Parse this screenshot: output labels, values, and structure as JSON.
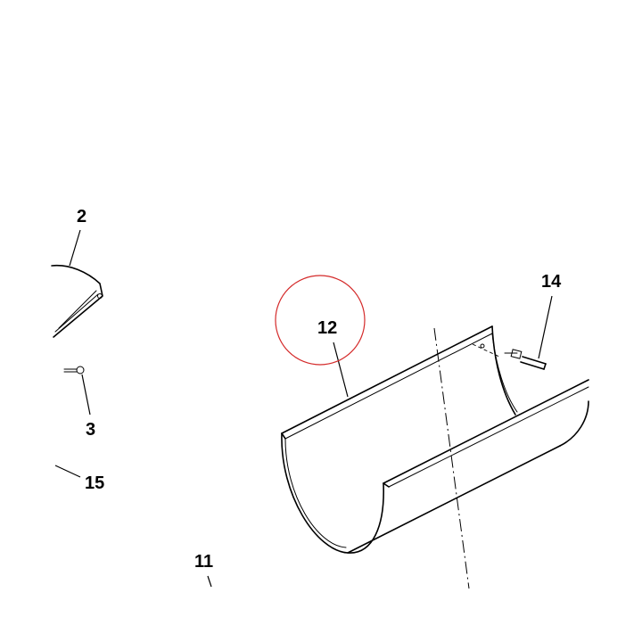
{
  "callouts": {
    "c2": "2",
    "c3": "3",
    "c11": "11",
    "c12": "12",
    "c14": "14",
    "c15": "15"
  },
  "highlight": {
    "target": "12",
    "color": "#d42a2a"
  }
}
